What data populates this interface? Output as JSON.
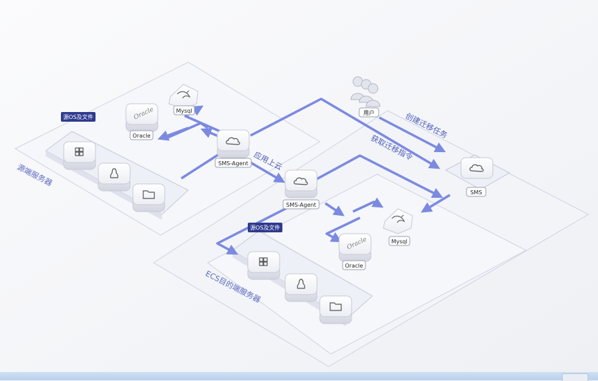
{
  "labels": {
    "source_tag": "源OS及文件",
    "target_tag": "源OS及文件",
    "source_region": "源端服务器",
    "target_region": "ECS目的端服务器",
    "agent_source": "SMS-Agent",
    "agent_target": "SMS-Agent",
    "mysql_source": "Mysql",
    "mysql_target": "Mysql",
    "oracle_source": "Oracle",
    "oracle_target": "Oracle",
    "oracle_logo": "Oracle",
    "user": "用户",
    "sms": "SMS",
    "flow_upload": "应用上云",
    "flow_create_task": "创建迁移任务",
    "flow_get_command": "获取迁移指令"
  },
  "colors": {
    "arrow": "#7b8ae0",
    "tag_bg": "#2f3a8f",
    "plate_stroke": "#c9cdda",
    "region_text": "#5b6bc2"
  }
}
